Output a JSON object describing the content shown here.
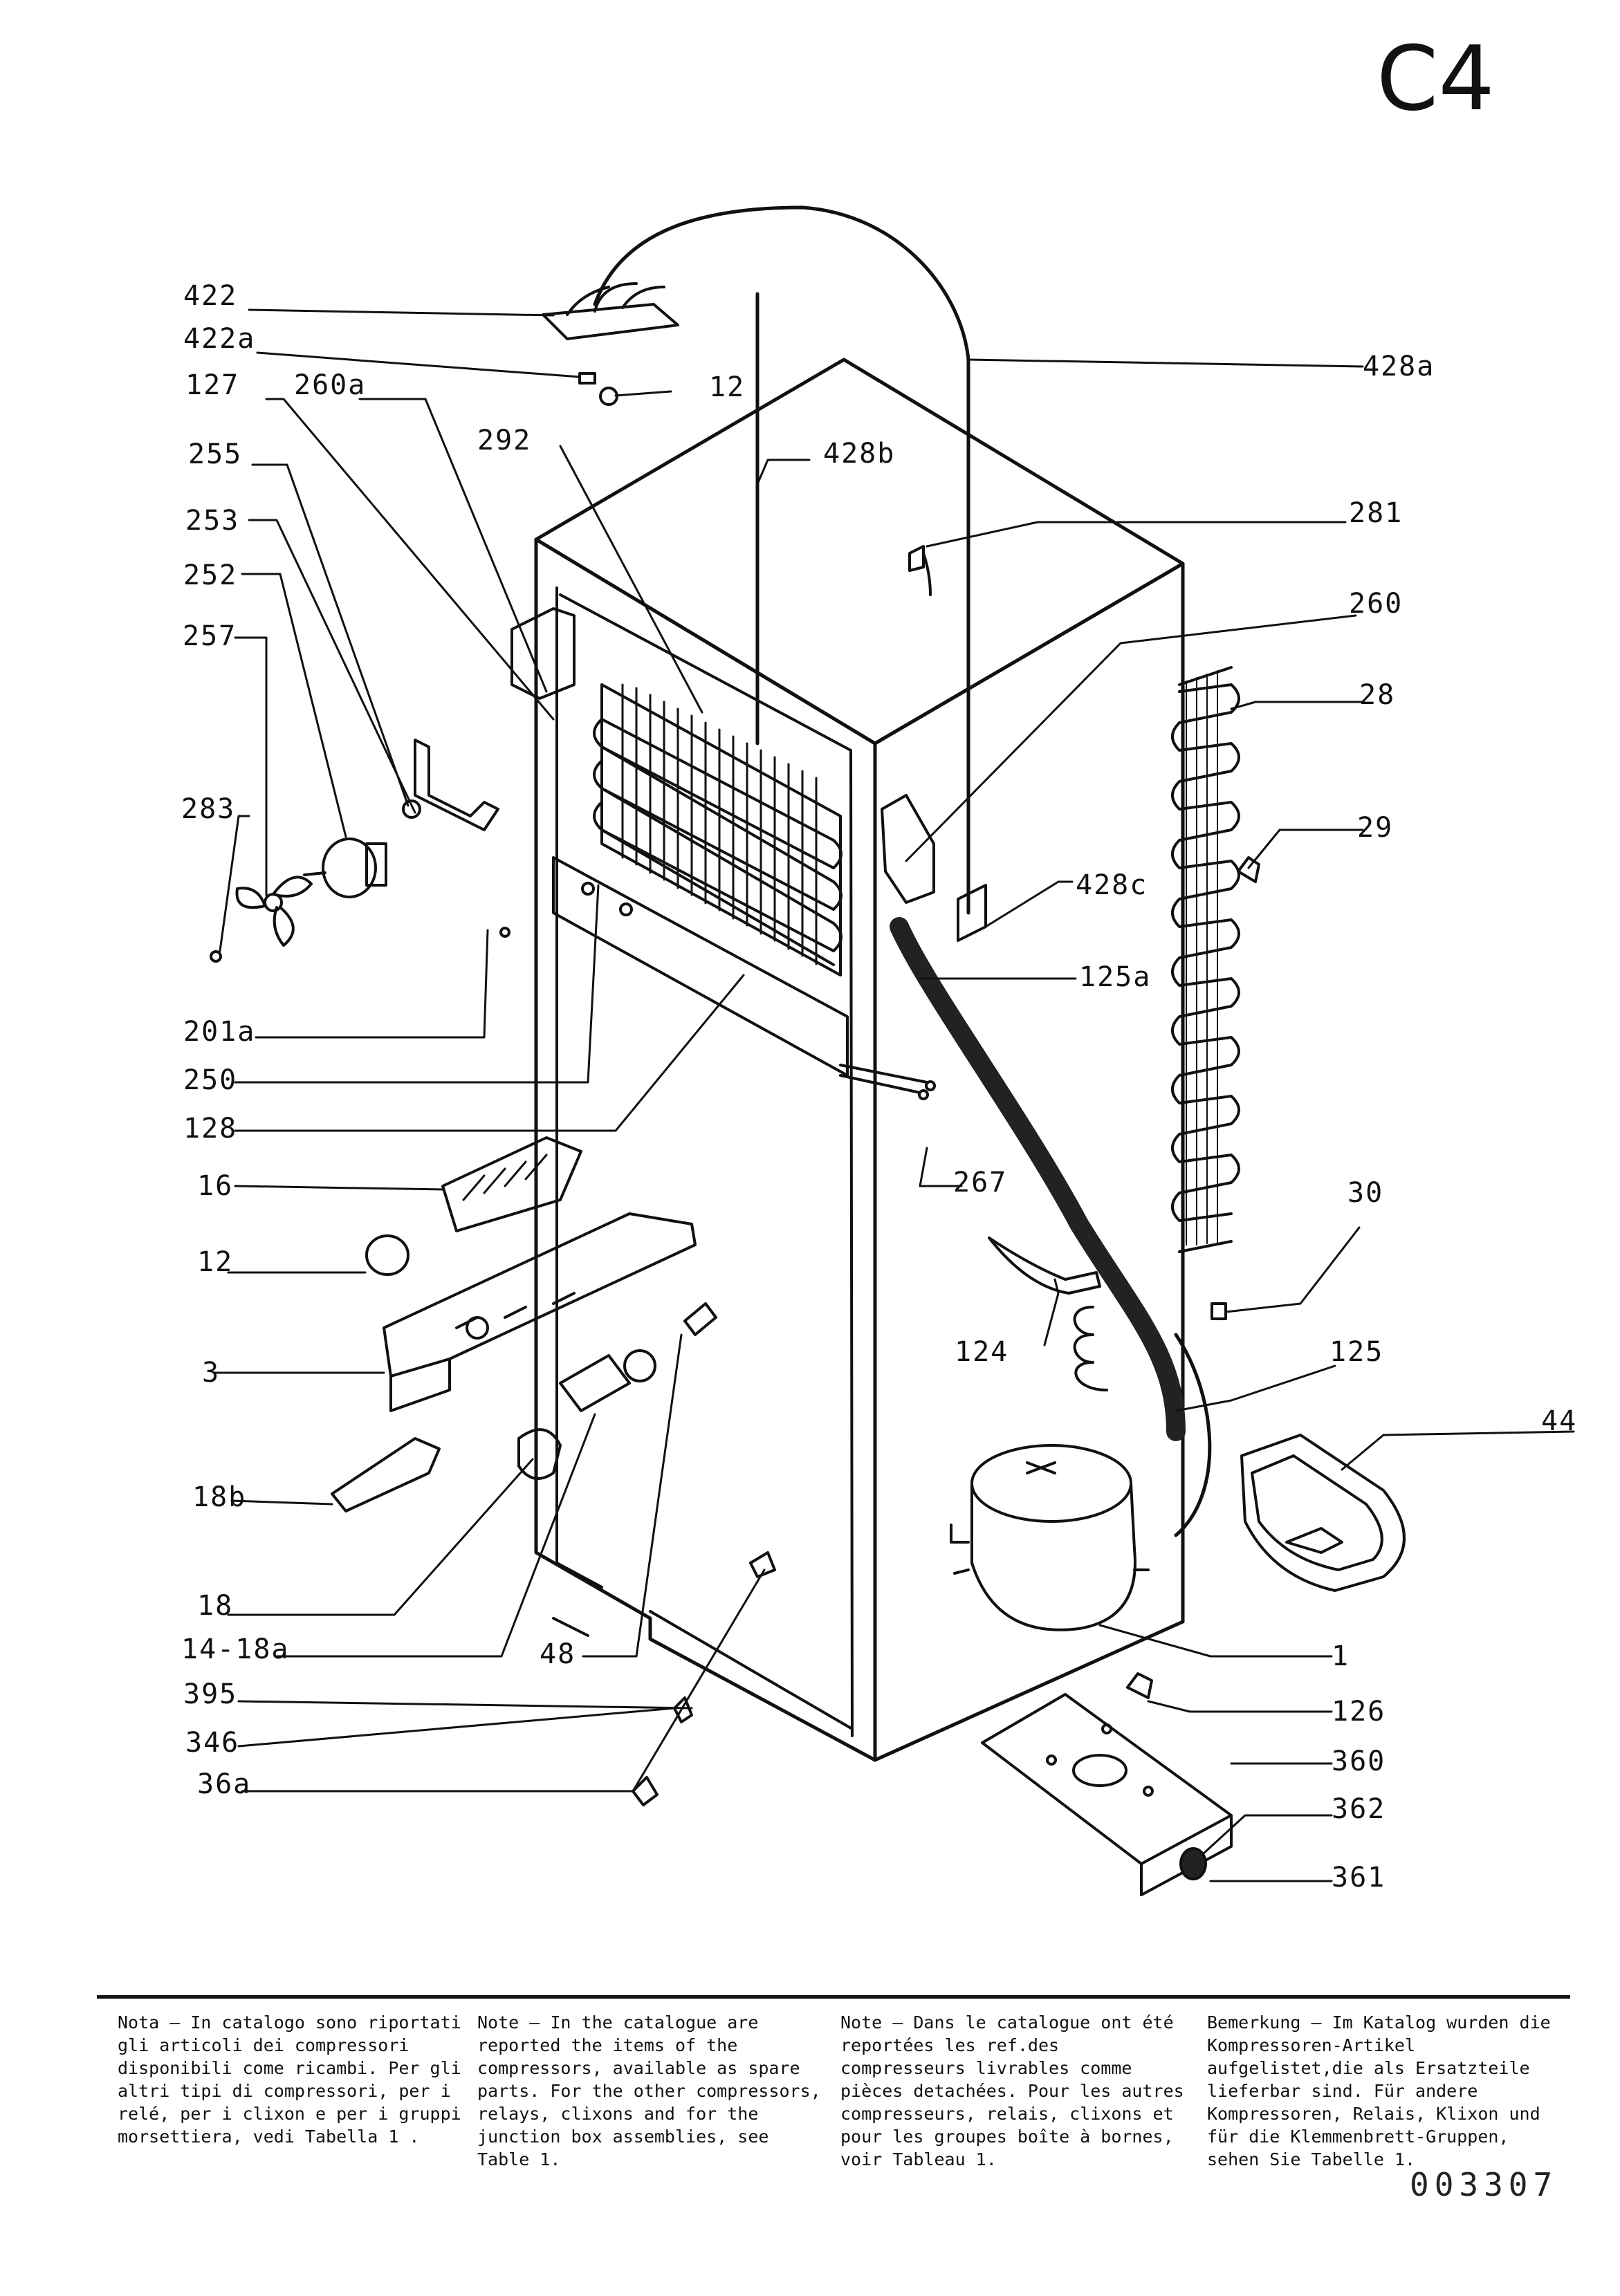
{
  "sheet_code": "C4",
  "document_number": "003307",
  "callouts": {
    "c422": "422",
    "c422a": "422a",
    "c127": "127",
    "c260a": "260a",
    "c12_top": "12",
    "c428b": "428b",
    "c428a": "428a",
    "c292": "292",
    "c255": "255",
    "c253": "253",
    "c252": "252",
    "c257": "257",
    "c281": "281",
    "c260": "260",
    "c28": "28",
    "c283": "283",
    "c29": "29",
    "c428c": "428c",
    "c125a": "125a",
    "c201a": "201a",
    "c250": "250",
    "c128": "128",
    "c267": "267",
    "c16": "16",
    "c30": "30",
    "c12": "12",
    "c3": "3",
    "c124": "124",
    "c125": "125",
    "c44": "44",
    "c18b": "18b",
    "c18": "18",
    "c14_18a": "14-18a",
    "c48": "48",
    "c1": "1",
    "c395": "395",
    "c126": "126",
    "c346": "346",
    "c360": "360",
    "c36a": "36a",
    "c362": "362",
    "c361": "361"
  },
  "notes": {
    "it": "Nota – In catalogo sono riportati gli articoli dei compressori disponibili come ricambi. Per gli altri tipi di compressori, per i relé, per i clixon e per i gruppi morsettiera, vedi Tabella 1 .",
    "en": "Note – In the catalogue are reported the items of the compressors, available as spare parts. For the other compressors, relays, clixons and for the junction box assemblies, see Table 1.",
    "fr": "Note – Dans le catalogue ont été reportées les ref.des compresseurs livrables comme pièces detachées. Pour les autres compresseurs, relais, clixons et pour les groupes boîte à bornes, voir Tableau 1.",
    "de": "Bemerkung – Im Katalog wurden die Kompressoren-Artikel aufgelistet,die als Ersatzteile lieferbar sind. Für andere Kompressoren, Relais, Klixon und für die Klemmenbrett-Gruppen, sehen Sie Tabelle 1."
  }
}
